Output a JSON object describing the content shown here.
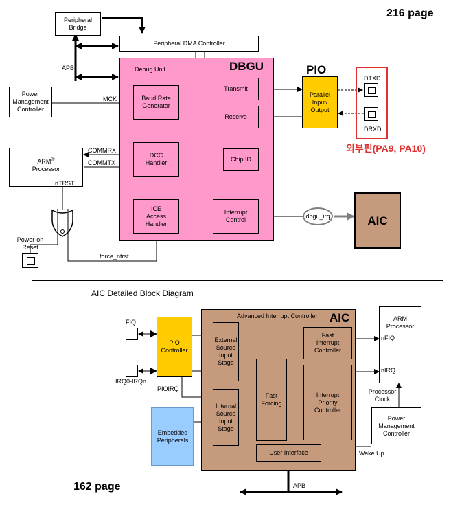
{
  "top": {
    "page_label": "216 page",
    "peripheral_bridge": "Peripheral\nBridge",
    "apb": "APB",
    "dma": "Peripheral DMA Controller",
    "debug_unit": "Debug Unit",
    "dbgu": "DBGU",
    "pmc": "Power\nManagement\nController",
    "mck": "MCK",
    "baud": "Baud Rate\nGenerator",
    "transmit": "Transmit",
    "receive": "Receive",
    "pio_big": "PIO",
    "pio_box": "Parallel\nInput/\nOutput",
    "dtxd": "DTXD",
    "drxd": "DRXD",
    "pins_note": "외부핀(PA9, PA10)",
    "arm": "ARM",
    "arm_sup": "®",
    "processor": "Processor",
    "ntrst": "nTRST",
    "commrx": "COMMRX",
    "commtx": "COMMTX",
    "dcc": "DCC\nHandler",
    "chip_id": "Chip ID",
    "ice": "ICE\nAccess\nHandler",
    "interrupt_control": "Interrupt\nControl",
    "dbgu_irq": "dbgu_irq",
    "aic_box": "AIC",
    "power_on_reset": "Power-on\nReset",
    "force_ntrst": "force_ntrst"
  },
  "bottom": {
    "title": "AIC Detailed Block Diagram",
    "aic_big": "AIC",
    "aic_title": "Advanced Interrupt Controller",
    "fiq": "FIQ",
    "irq": "IRQ0-IRQn",
    "pio_controller": "PIO\nController",
    "pioirq": "PIOIRQ",
    "embedded": "Embedded\nPeripherals",
    "external": "External\nSource\nInput\nStage",
    "internal": "Internal\nSource\nInput\nStage",
    "fast_forcing": "Fast\nForcing",
    "fast_interrupt": "Fast\nInterrupt\nController",
    "priority": "Interrupt\nPriority\nController",
    "user_interface": "User Interface",
    "arm_processor": "ARM\nProcessor",
    "nfiq": "nFIQ",
    "nirq": "nIRQ",
    "processor_clock": "Processor\nClock",
    "pmc": "Power\nManagement\nController",
    "wake_up": "Wake Up",
    "apb": "APB",
    "page_label": "162 page"
  },
  "colors": {
    "dbgu_pink": "#ff99cc",
    "pio_yellow": "#ffcc00",
    "aic_brown": "#c69a7c",
    "embedded_blue": "#99ccff",
    "pin_red": "#e03030"
  }
}
